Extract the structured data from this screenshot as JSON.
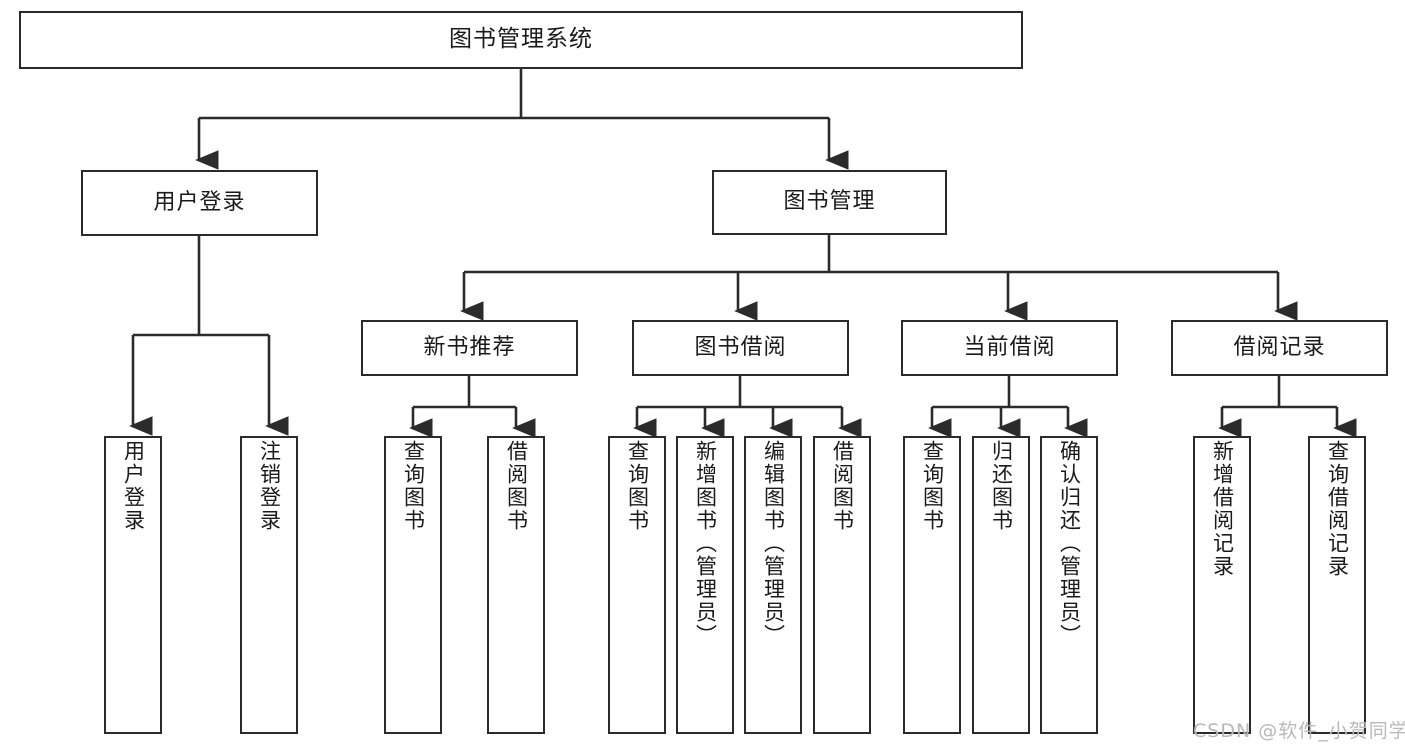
{
  "diagram": {
    "title": "图书管理系统",
    "type": "tree-hierarchy-chart",
    "watermark": "CSDN @软件_小贺同学",
    "stroke_color": "#2b2b2b",
    "background_color": "#ffffff",
    "text_color": "#1a1a1a",
    "watermark_color": "#b9b9b9"
  },
  "root": {
    "label": "图书管理系统"
  },
  "level2": [
    {
      "label": "用户登录"
    },
    {
      "label": "图书管理"
    }
  ],
  "level3": [
    {
      "label": "新书推荐"
    },
    {
      "label": "图书借阅"
    },
    {
      "label": "当前借阅"
    },
    {
      "label": "借阅记录"
    }
  ],
  "leaves": {
    "user_login": [
      {
        "label": "用户登录"
      },
      {
        "label": "注销登录"
      }
    ],
    "new_book_recommend": [
      {
        "label": "查询图书"
      },
      {
        "label": "借阅图书"
      }
    ],
    "book_borrow": [
      {
        "label": "查询图书"
      },
      {
        "label": "新增图书（管理员）"
      },
      {
        "label": "编辑图书（管理员）"
      },
      {
        "label": "借阅图书"
      }
    ],
    "current_borrow": [
      {
        "label": "查询图书"
      },
      {
        "label": "归还图书"
      },
      {
        "label": "确认归还（管理员）"
      }
    ],
    "borrow_record": [
      {
        "label": "新增借阅记录"
      },
      {
        "label": "查询借阅记录"
      }
    ]
  }
}
